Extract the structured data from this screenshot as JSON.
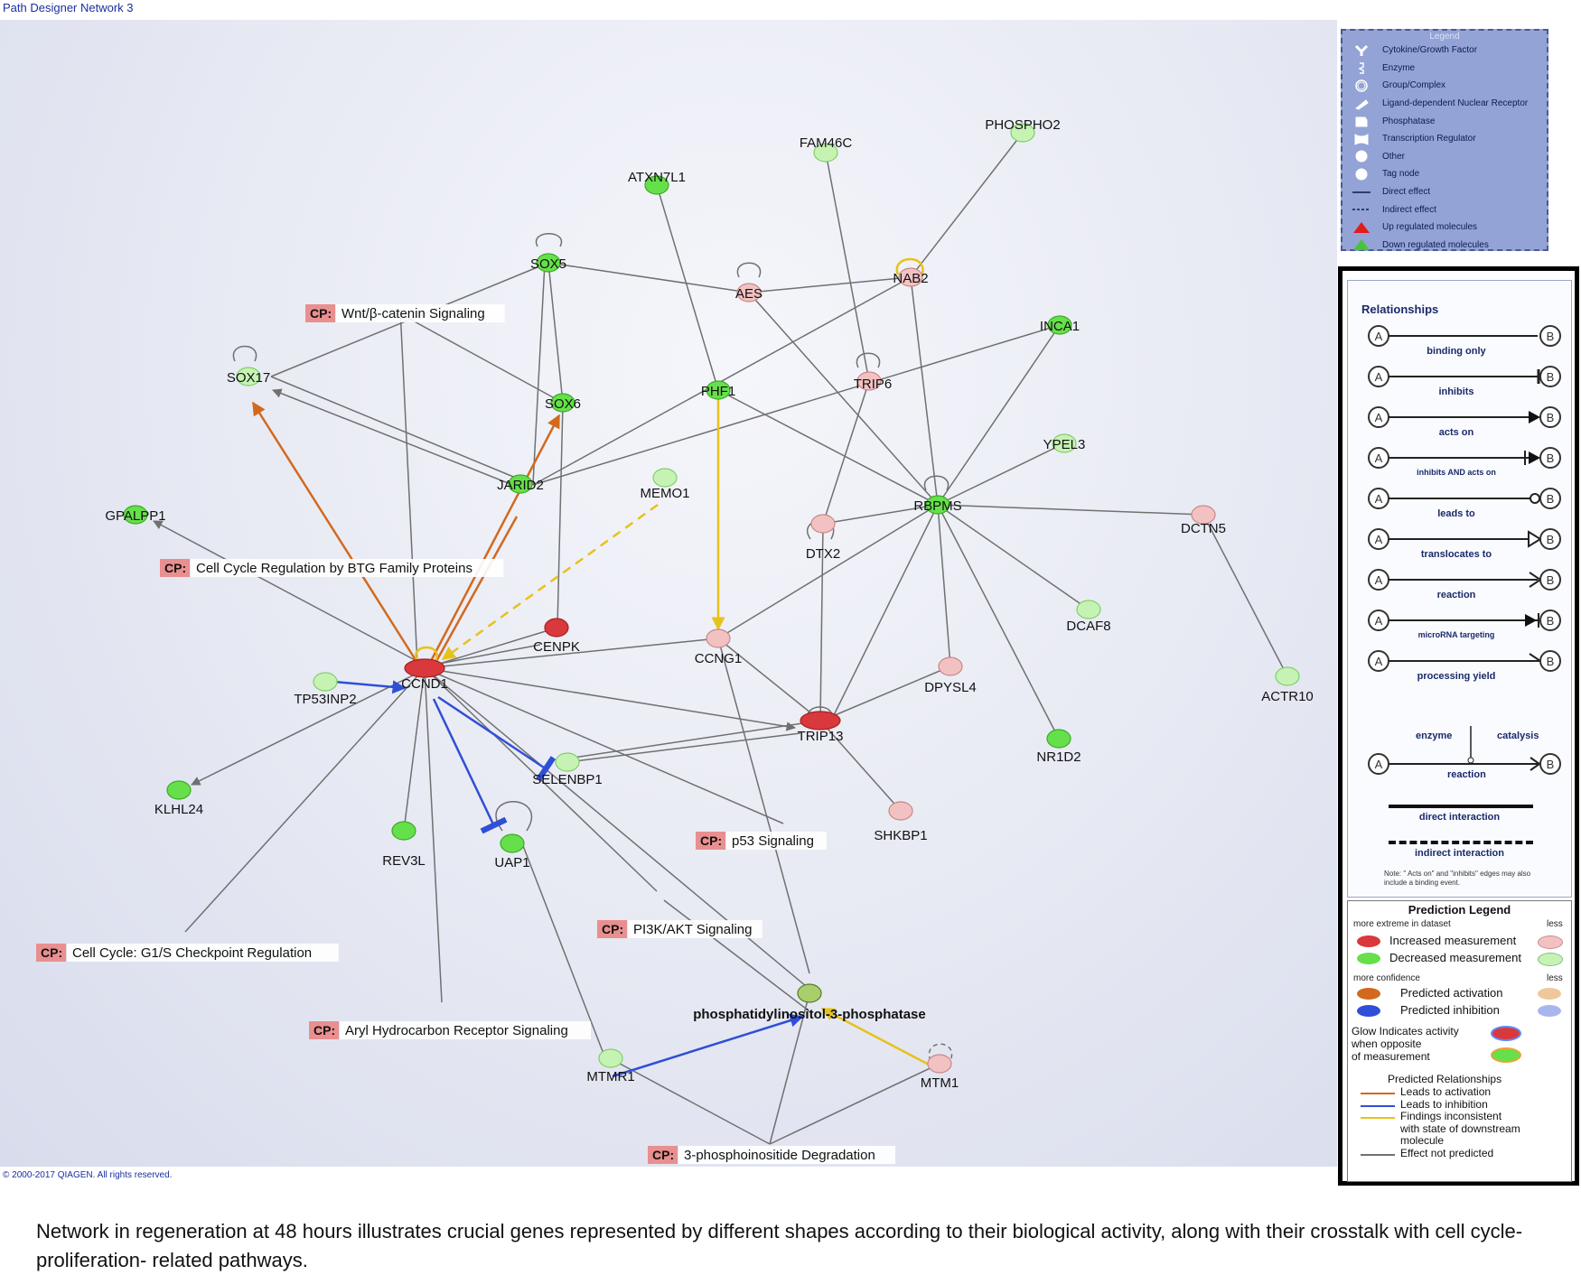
{
  "window": {
    "title": "Path Designer Network 3"
  },
  "footer": {
    "copyright": "© 2000-2017 QIAGEN. All rights reserved."
  },
  "caption": "Network in regeneration at 48 hours illustrates crucial genes represented by different shapes according to their biological activity, along with their crosstalk with cell cycle-proliferation- related pathways.",
  "colors": {
    "up_strong": "#d9393c",
    "up_light": "#f2c2c2",
    "down_strong": "#66e04a",
    "down_light": "#c6f3b4",
    "activation": "#d2691e",
    "inhibition": "#2f4fd6",
    "inconsistent": "#e6c21c",
    "not_predicted": "#707070",
    "cp_tag": "#e98f8f"
  },
  "network": {
    "nodes": [
      {
        "id": "FAM46C",
        "label": "FAM46C",
        "state": "down_light"
      },
      {
        "id": "PHOSPHO2",
        "label": "PHOSPHO2",
        "state": "down_light"
      },
      {
        "id": "ATXN7L1",
        "label": "ATXN7L1",
        "state": "down_strong"
      },
      {
        "id": "SOX5",
        "label": "SOX5",
        "state": "down_strong"
      },
      {
        "id": "AES",
        "label": "AES",
        "state": "up_light"
      },
      {
        "id": "NAB2",
        "label": "NAB2",
        "state": "up_light"
      },
      {
        "id": "INCA1",
        "label": "INCA1",
        "state": "down_strong"
      },
      {
        "id": "SOX17",
        "label": "SOX17",
        "state": "down_light"
      },
      {
        "id": "SOX6",
        "label": "SOX6",
        "state": "down_strong"
      },
      {
        "id": "PHF1",
        "label": "PHF1",
        "state": "down_strong"
      },
      {
        "id": "TRIP6",
        "label": "TRIP6",
        "state": "up_light"
      },
      {
        "id": "YPEL3",
        "label": "YPEL3",
        "state": "down_light"
      },
      {
        "id": "MEMO1",
        "label": "MEMO1",
        "state": "down_light"
      },
      {
        "id": "JARID2",
        "label": "JARID2",
        "state": "down_strong"
      },
      {
        "id": "RBPMS",
        "label": "RBPMS",
        "state": "down_strong"
      },
      {
        "id": "GPALPP1",
        "label": "GPALPP1",
        "state": "down_strong"
      },
      {
        "id": "DTX2",
        "label": "DTX2",
        "state": "up_light"
      },
      {
        "id": "DCTN5",
        "label": "DCTN5",
        "state": "up_light"
      },
      {
        "id": "CENPK",
        "label": "CENPK",
        "state": "up_strong"
      },
      {
        "id": "DCAF8",
        "label": "DCAF8",
        "state": "down_light"
      },
      {
        "id": "TP53INP2",
        "label": "TP53INP2",
        "state": "down_light"
      },
      {
        "id": "CCND1",
        "label": "CCND1",
        "state": "up_strong"
      },
      {
        "id": "CCNG1",
        "label": "CCNG1",
        "state": "up_light"
      },
      {
        "id": "DPYSL4",
        "label": "DPYSL4",
        "state": "up_light"
      },
      {
        "id": "ACTR10",
        "label": "ACTR10",
        "state": "down_light"
      },
      {
        "id": "TRIP13",
        "label": "TRIP13",
        "state": "up_strong"
      },
      {
        "id": "NR1D2",
        "label": "NR1D2",
        "state": "down_strong"
      },
      {
        "id": "KLHL24",
        "label": "KLHL24",
        "state": "down_strong"
      },
      {
        "id": "SELENBP1",
        "label": "SELENBP1",
        "state": "down_light"
      },
      {
        "id": "SHKBP1",
        "label": "SHKBP1",
        "state": "up_light"
      },
      {
        "id": "REV3L",
        "label": "REV3L",
        "state": "down_strong"
      },
      {
        "id": "UAP1",
        "label": "UAP1",
        "state": "down_strong"
      },
      {
        "id": "PTASE",
        "label": "phosphatidylinositol-3-phosphatase",
        "state": "group"
      },
      {
        "id": "MTMR1",
        "label": "MTMR1",
        "state": "down_light"
      },
      {
        "id": "MTM1",
        "label": "MTM1",
        "state": "up_light"
      }
    ],
    "edges": [
      {
        "from": "CCND1",
        "to": "SOX17",
        "type": "activation"
      },
      {
        "from": "CCND1",
        "to": "SOX6",
        "type": "activation"
      },
      {
        "from": "MEMO1",
        "to": "CCND1",
        "type": "inconsistent_indirect"
      },
      {
        "from": "PHF1",
        "to": "CCNG1",
        "type": "inconsistent"
      },
      {
        "from": "TP53INP2",
        "to": "CCND1",
        "type": "inhibition"
      },
      {
        "from": "CCND1",
        "to": "SELENBP1",
        "type": "inhibition"
      },
      {
        "from": "CCND1",
        "to": "UAP1",
        "type": "inhibition"
      },
      {
        "from": "MTMR1",
        "to": "PTASE",
        "type": "inhibition"
      },
      {
        "from": "MTM1",
        "to": "PTASE",
        "type": "inconsistent"
      },
      {
        "from": "CCND1",
        "to": "GPALPP1",
        "type": "not_predicted"
      },
      {
        "from": "CCND1",
        "to": "KLHL24",
        "type": "not_predicted"
      },
      {
        "from": "CCND1",
        "to": "TRIP13",
        "type": "not_predicted"
      },
      {
        "from": "JARID2",
        "to": "SOX17",
        "type": "not_predicted"
      }
    ]
  },
  "canonical_pathways": [
    {
      "tag": "CP:",
      "name": "Wnt/β-catenin Signaling"
    },
    {
      "tag": "CP:",
      "name": "Cell Cycle Regulation by BTG Family Proteins"
    },
    {
      "tag": "CP:",
      "name": "p53 Signaling"
    },
    {
      "tag": "CP:",
      "name": "PI3K/AKT Signaling"
    },
    {
      "tag": "CP:",
      "name": "Cell Cycle: G1/S Checkpoint Regulation"
    },
    {
      "tag": "CP:",
      "name": "Aryl Hydrocarbon Receptor Signaling"
    },
    {
      "tag": "CP:",
      "name": "3-phosphoinositide Degradation"
    }
  ],
  "legend": {
    "title": "Legend",
    "items": [
      {
        "icon": "cytokine-icon",
        "label": "Cytokine/Growth Factor"
      },
      {
        "icon": "enzyme-icon",
        "label": "Enzyme"
      },
      {
        "icon": "group-complex-icon",
        "label": "Group/Complex"
      },
      {
        "icon": "nuclear-receptor-icon",
        "label": "Ligand-dependent Nuclear Receptor"
      },
      {
        "icon": "phosphatase-icon",
        "label": "Phosphatase"
      },
      {
        "icon": "transcription-regulator-icon",
        "label": "Transcription Regulator"
      },
      {
        "icon": "other-icon",
        "label": "Other"
      },
      {
        "icon": "tag-node-icon",
        "label": "Tag node"
      },
      {
        "icon": "direct-effect-icon",
        "label": "Direct effect"
      },
      {
        "icon": "indirect-effect-icon",
        "label": "Indirect effect"
      },
      {
        "icon": "up-triangle-icon",
        "label": "Up regulated molecules"
      },
      {
        "icon": "down-triangle-icon",
        "label": "Down regulated molecules"
      }
    ]
  },
  "relationships": {
    "title": "Relationships",
    "node_a": "A",
    "node_b": "B",
    "items": [
      {
        "label": "binding only",
        "end": "none"
      },
      {
        "label": "inhibits",
        "end": "bar"
      },
      {
        "label": "acts on",
        "end": "arrow"
      },
      {
        "label": "inhibits AND acts on",
        "end": "bar-arrow"
      },
      {
        "label": "leads to",
        "end": "circle"
      },
      {
        "label": "translocates to",
        "end": "open-arrow"
      },
      {
        "label": "reaction",
        "end": "chevron"
      },
      {
        "label": "microRNA targeting",
        "end": "arrow-bar"
      },
      {
        "label": "processing yield",
        "end": "half-arrow"
      }
    ],
    "catalysis": {
      "enzyme": "enzyme",
      "catalysis": "catalysis",
      "reaction": "reaction"
    },
    "direct": "direct interaction",
    "indirect": "indirect interaction",
    "note": "Note: \" Acts on\" and \"inhibits\" edges may also include a binding event."
  },
  "prediction_legend": {
    "title": "Prediction Legend",
    "more_extreme": "more extreme in dataset",
    "less": "less",
    "increased": "Increased measurement",
    "decreased": "Decreased measurement",
    "more_confidence": "more confidence",
    "predicted_activation": "Predicted activation",
    "predicted_inhibition": "Predicted inhibition",
    "glow": [
      "Glow Indicates activity",
      "when opposite",
      "of measurement"
    ],
    "predicted_relationships": "Predicted Relationships",
    "rel_items": [
      {
        "label": "Leads to activation",
        "color": "#d2691e"
      },
      {
        "label": "Leads to inhibition",
        "color": "#2f4fd6"
      },
      {
        "label": "Findings inconsistent",
        "color": "#e6c21c"
      },
      {
        "label": "with state of downstream",
        "color": ""
      },
      {
        "label": "molecule",
        "color": ""
      },
      {
        "label": "Effect not predicted",
        "color": "#707070"
      }
    ]
  }
}
